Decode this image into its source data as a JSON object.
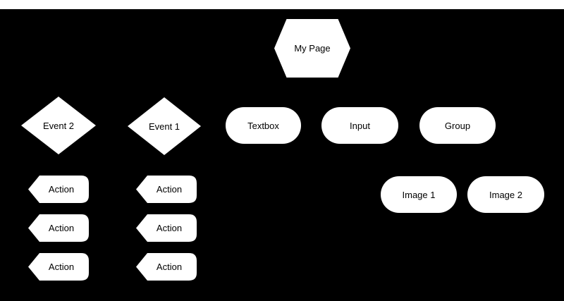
{
  "colors": {
    "background": "#000000",
    "shape_fill": "#ffffff",
    "label_text": "#000000",
    "top_strip": "#ffffff"
  },
  "diagram": {
    "root": {
      "label": "My Page",
      "shape": "hexagon"
    },
    "events": [
      {
        "label": "Event 2",
        "shape": "diamond"
      },
      {
        "label": "Event 1",
        "shape": "diamond"
      }
    ],
    "components": [
      {
        "label": "Textbox",
        "shape": "capsule"
      },
      {
        "label": "Input",
        "shape": "capsule"
      },
      {
        "label": "Group",
        "shape": "capsule"
      }
    ],
    "images": [
      {
        "label": "Image 1",
        "shape": "capsule"
      },
      {
        "label": "Image 2",
        "shape": "capsule"
      }
    ],
    "event2_actions": [
      {
        "label": "Action",
        "shape": "arrow-tag"
      },
      {
        "label": "Action",
        "shape": "arrow-tag"
      },
      {
        "label": "Action",
        "shape": "arrow-tag"
      }
    ],
    "event1_actions": [
      {
        "label": "Action",
        "shape": "arrow-tag"
      },
      {
        "label": "Action",
        "shape": "arrow-tag"
      },
      {
        "label": "Action",
        "shape": "arrow-tag"
      }
    ]
  }
}
